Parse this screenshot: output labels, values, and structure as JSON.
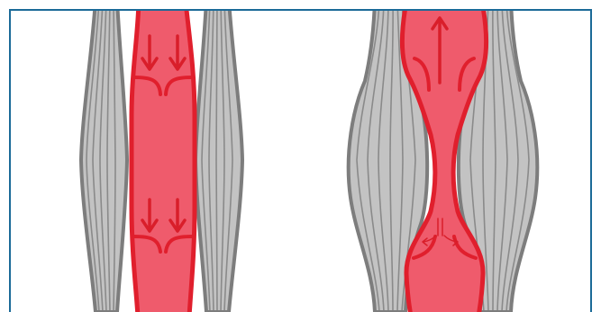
{
  "figure": {
    "panels": [
      {
        "state": "relaxed",
        "flow_direction": "downward"
      },
      {
        "state": "contracted",
        "flow_direction": "upward"
      }
    ]
  },
  "colors": {
    "frame": "#1b6a98",
    "vein_fill": "#ef5b6c",
    "vein_stroke": "#e01f2d",
    "arrow": "#d91e2a",
    "muscle_fill": "#c3c3c3",
    "muscle_stroke": "#7d7d7d",
    "fiber": "#8a8a8a",
    "fiber_light": "#a8a8a8",
    "background": "#ffffff"
  }
}
